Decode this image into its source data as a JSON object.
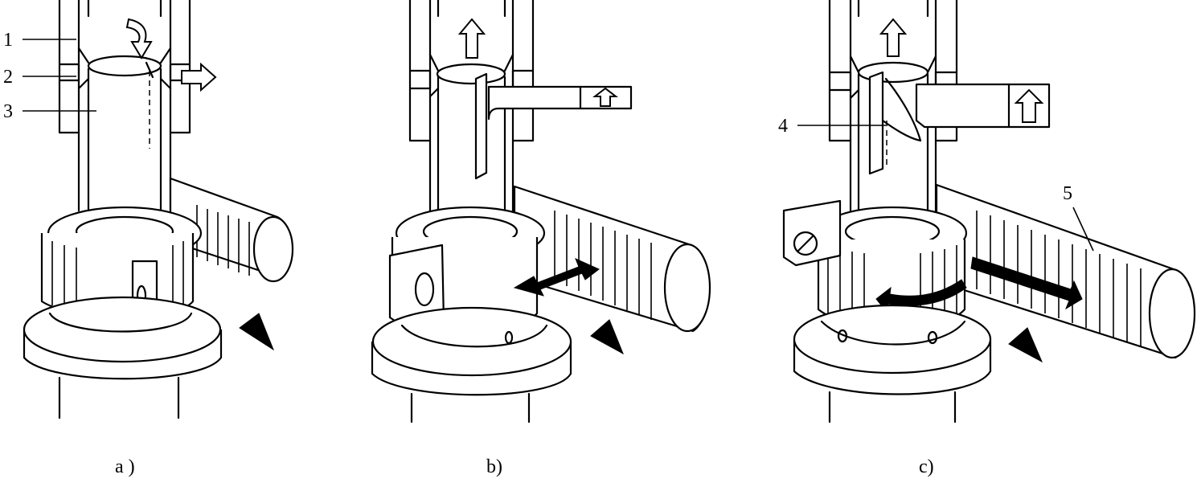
{
  "panels": [
    {
      "caption": "a )"
    },
    {
      "caption": "b)"
    },
    {
      "caption": "c)"
    }
  ],
  "callouts": {
    "one": "1",
    "two": "2",
    "three": "3",
    "four": "4",
    "five": "5"
  },
  "colors": {
    "ink": "#000000",
    "paper": "#ffffff"
  }
}
